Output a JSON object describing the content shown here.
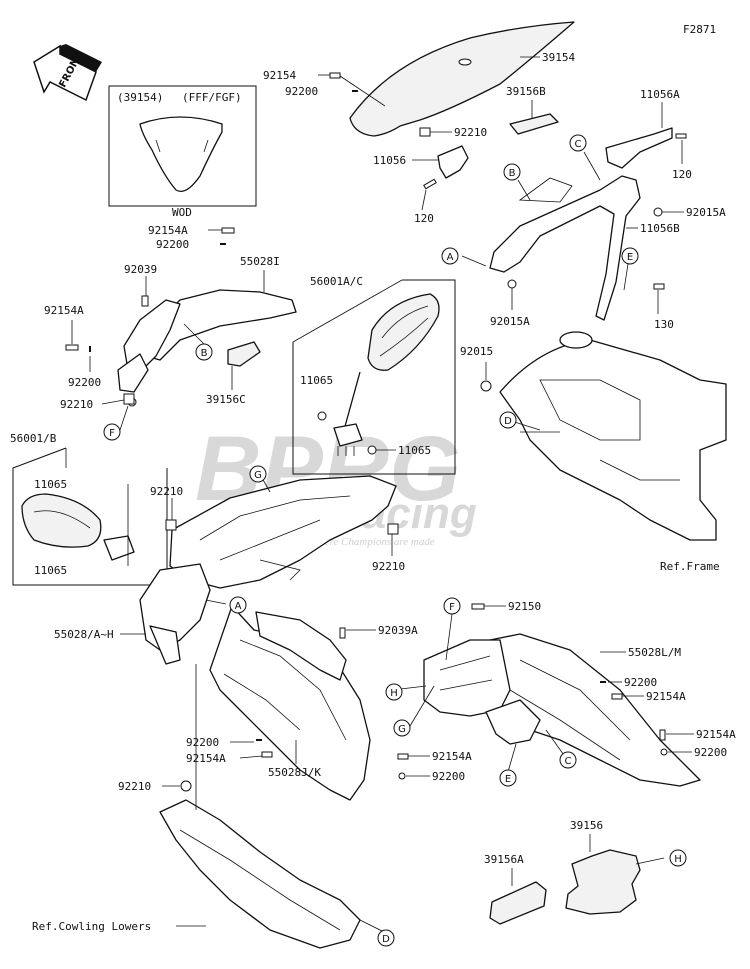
{
  "diagram_code": "F2871",
  "watermark": {
    "brand": "BPRG",
    "sub": "Racing",
    "tagline": "Where Champions are made"
  },
  "front_label": "FRONT",
  "inset_windshield": {
    "header_part": "(39154)",
    "header_color": "(FFF/FGF)",
    "caption": "WOD"
  },
  "callouts": [
    "A",
    "B",
    "C",
    "D",
    "E",
    "F",
    "G",
    "H"
  ],
  "labels": {
    "l39154": "39154",
    "l92154": "92154",
    "l92200": "92200",
    "l92210": "92210",
    "l11056": "11056",
    "l120a": "120",
    "l39156b": "39156B",
    "l11056a": "11056A",
    "l120b": "120",
    "l92015a": "92015A",
    "l11056b": "11056B",
    "l92015a_2": "92015A",
    "l130": "130",
    "l92015": "92015",
    "l92154a_top": "92154A",
    "l92200_top": "92200",
    "l92039": "92039",
    "l55028i": "55028I",
    "l92154a_left": "92154A",
    "l92200_left": "92200",
    "l92210_left": "92210",
    "l39156c": "39156C",
    "l56001ac": "56001A/C",
    "l11065_m1": "11065",
    "l11065_m2": "11065",
    "l56001b": "56001/B",
    "l11065_b1": "11065",
    "l11065_b2": "11065",
    "l92210_mid": "92210",
    "l92210_mid2": "92210",
    "l55028ah": "55028/A~H",
    "l92039a": "92039A",
    "l92150": "92150",
    "l55028lm": "55028L/M",
    "l92200_r1": "92200",
    "l92154a_r1": "92154A",
    "l92154a_r2": "92154A",
    "l92200_r2": "92200",
    "l92200_low": "92200",
    "l92154a_low": "92154A",
    "l92154a_c": "92154A",
    "l92200_c": "92200",
    "l92210_low": "92210",
    "l55028jk": "55028J/K",
    "l39156": "39156",
    "l39156a": "39156A",
    "ref_frame": "Ref.Frame",
    "ref_cowling": "Ref.Cowling Lowers"
  }
}
